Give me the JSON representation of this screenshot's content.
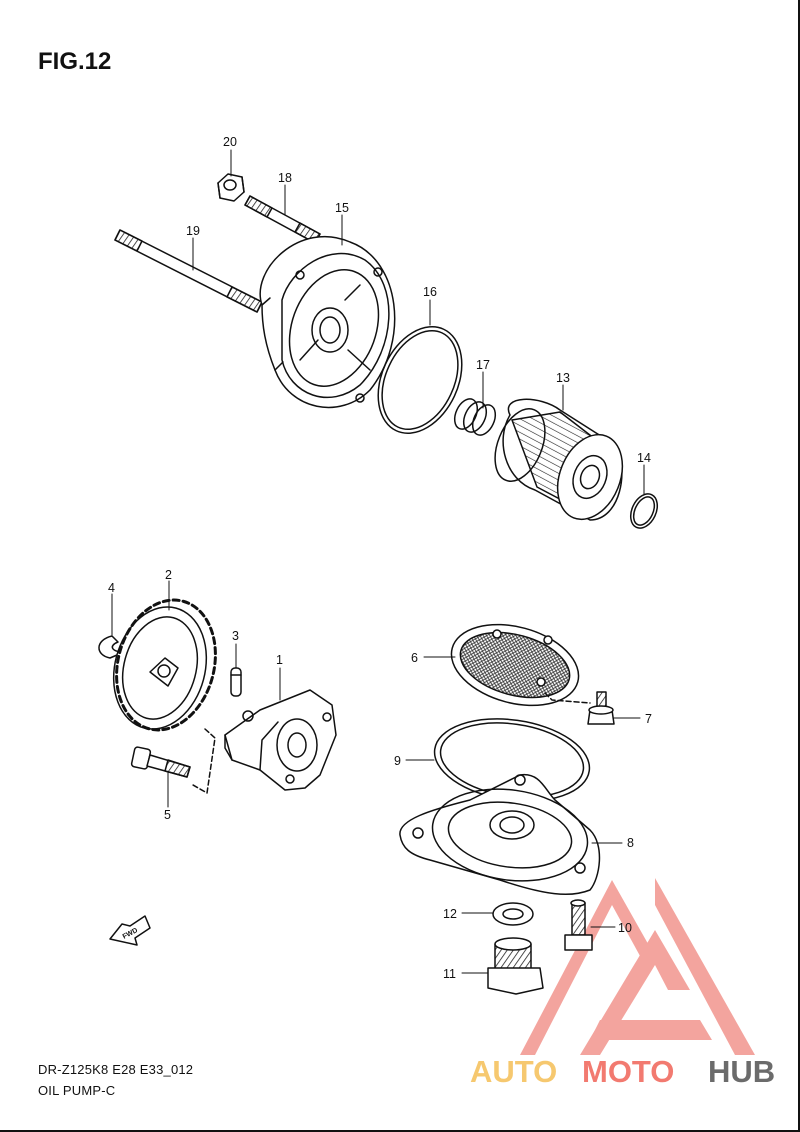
{
  "figure": {
    "title": "FIG.12"
  },
  "footer": {
    "model_code": "DR-Z125K8 E28 E33_012",
    "group_name": "OIL PUMP-C"
  },
  "watermark": {
    "part1": "AUTO",
    "part2": "MOTO",
    "part3": "HUB",
    "color1": "#f6c86f",
    "color2": "#f27a70",
    "color3": "#6b6b6b",
    "mark_color": "#f2958e"
  },
  "fwd_label": "FWD",
  "callouts": [
    "20",
    "18",
    "15",
    "19",
    "16",
    "17",
    "13",
    "14",
    "2",
    "4",
    "3",
    "1",
    "5",
    "6",
    "7",
    "9",
    "8",
    "12",
    "10",
    "11"
  ]
}
